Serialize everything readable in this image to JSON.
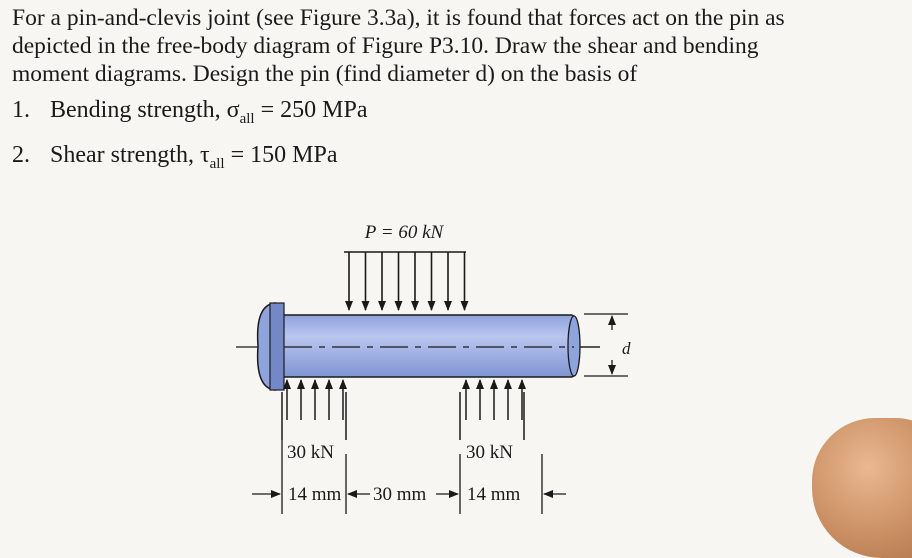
{
  "problem": {
    "lines": [
      "For a pin-and-clevis joint (see Figure 3.3a), it is found that forces act on the pin as",
      "depicted in the free-body diagram of Figure P3.10. Draw the shear and bending",
      "moment diagrams. Design the pin (find diameter d) on the basis of"
    ],
    "items": [
      {
        "number": "1.",
        "prefix": "Bending strength, σ",
        "sub": "all",
        "suffix": " = 250 MPa"
      },
      {
        "number": "2.",
        "prefix": "Shear strength, τ",
        "sub": "all",
        "suffix": " = 150 MPa"
      }
    ]
  },
  "figure": {
    "load_label": "P = 60 kN",
    "left_reaction": "30 kN",
    "right_reaction": "30 kN",
    "dim_left": "14 mm",
    "dim_middle": "30 mm",
    "dim_right": "14 mm",
    "diameter_label": "d"
  }
}
